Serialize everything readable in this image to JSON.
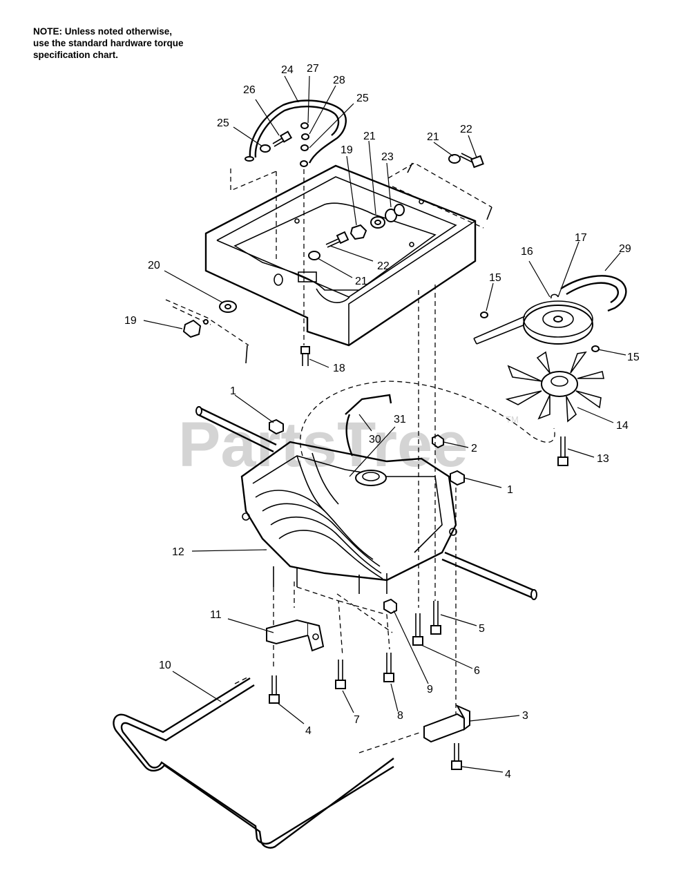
{
  "note": {
    "line1": "NOTE: Unless noted otherwise,",
    "line2": "use the standard hardware torque",
    "line3": "specification chart."
  },
  "watermark": {
    "text": "PartsTree",
    "trademark": "TM"
  },
  "callouts": [
    {
      "id": "c24",
      "text": "24"
    },
    {
      "id": "c27",
      "text": "27"
    },
    {
      "id": "c28",
      "text": "28"
    },
    {
      "id": "c26",
      "text": "26"
    },
    {
      "id": "c25a",
      "text": "25"
    },
    {
      "id": "c25b",
      "text": "25"
    },
    {
      "id": "c21a",
      "text": "21"
    },
    {
      "id": "c21b",
      "text": "21"
    },
    {
      "id": "c22a",
      "text": "22"
    },
    {
      "id": "c19a",
      "text": "19"
    },
    {
      "id": "c23",
      "text": "23"
    },
    {
      "id": "c22b",
      "text": "22"
    },
    {
      "id": "c21c",
      "text": "21"
    },
    {
      "id": "c20",
      "text": "20"
    },
    {
      "id": "c19b",
      "text": "19"
    },
    {
      "id": "c18",
      "text": "18"
    },
    {
      "id": "c16",
      "text": "16"
    },
    {
      "id": "c17",
      "text": "17"
    },
    {
      "id": "c29",
      "text": "29"
    },
    {
      "id": "c15a",
      "text": "15"
    },
    {
      "id": "c15b",
      "text": "15"
    },
    {
      "id": "c14",
      "text": "14"
    },
    {
      "id": "c13",
      "text": "13"
    },
    {
      "id": "c1a",
      "text": "1"
    },
    {
      "id": "c31",
      "text": "31"
    },
    {
      "id": "c30",
      "text": "30"
    },
    {
      "id": "c2",
      "text": "2"
    },
    {
      "id": "c1b",
      "text": "1"
    },
    {
      "id": "c12",
      "text": "12"
    },
    {
      "id": "c5",
      "text": "5"
    },
    {
      "id": "c6",
      "text": "6"
    },
    {
      "id": "c11",
      "text": "11"
    },
    {
      "id": "c9",
      "text": "9"
    },
    {
      "id": "c10",
      "text": "10"
    },
    {
      "id": "c7",
      "text": "7"
    },
    {
      "id": "c8",
      "text": "8"
    },
    {
      "id": "c3",
      "text": "3"
    },
    {
      "id": "c4a",
      "text": "4"
    },
    {
      "id": "c4b",
      "text": "4"
    }
  ]
}
